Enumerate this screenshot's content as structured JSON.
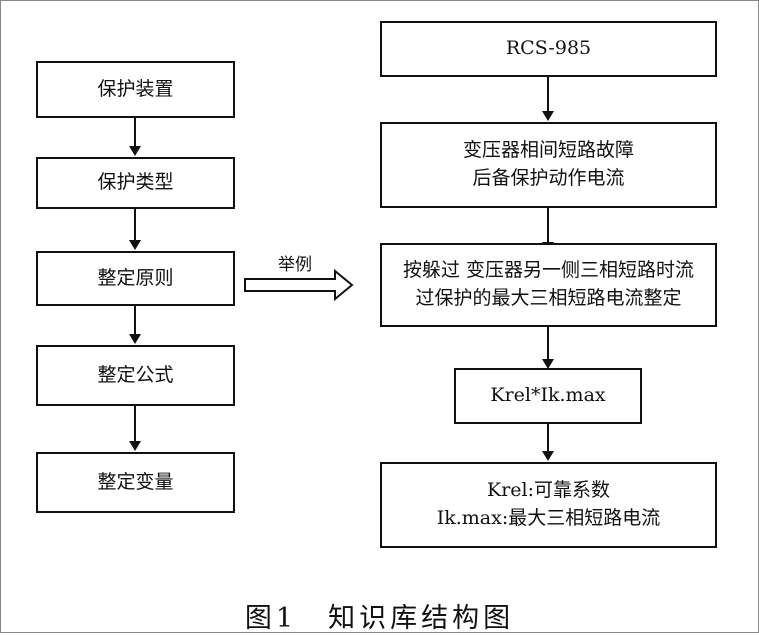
{
  "left_chain": [
    "保护装置",
    "保护类型",
    "整定原则",
    "整定公式",
    "整定变量"
  ],
  "right_chain": [
    {
      "lines": [
        "RCS-985"
      ]
    },
    {
      "lines": [
        "变压器相间短路故障",
        "后备保护动作电流"
      ]
    },
    {
      "lines": [
        "按躲过 变压器另一侧三相短路时流",
        "过保护的最大三相短路电流整定"
      ]
    },
    {
      "lines": [
        "Krel*Ik.max"
      ]
    },
    {
      "lines": [
        "Krel:可靠系数",
        "Ik.max:最大三相短路电流"
      ]
    }
  ],
  "example_label": "举例",
  "caption": "图1　知识库结构图"
}
